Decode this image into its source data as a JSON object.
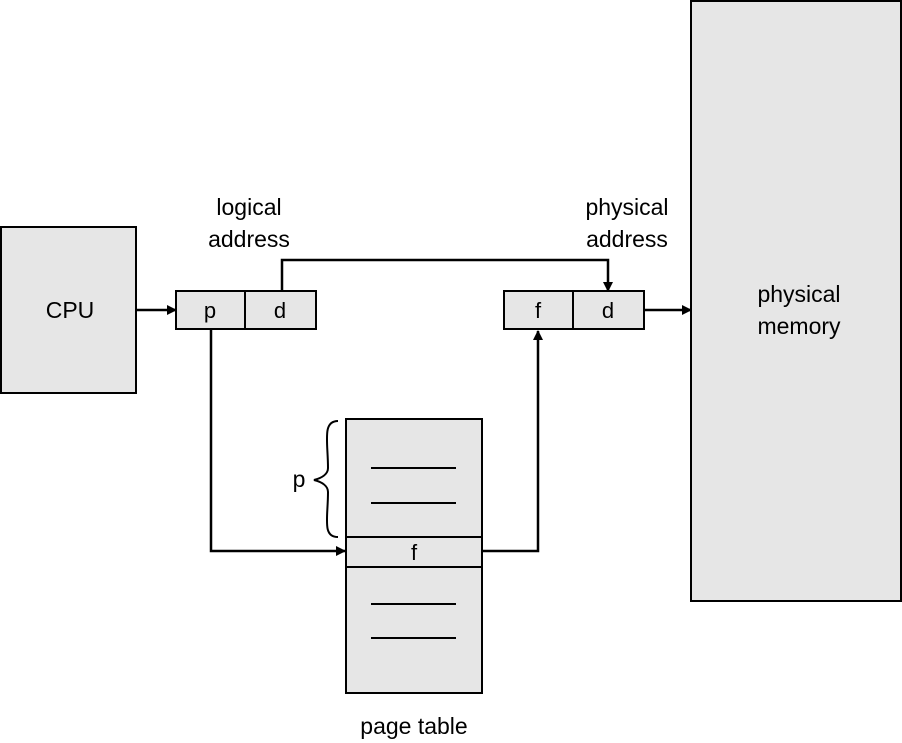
{
  "cpu": {
    "label": "CPU"
  },
  "logical_address": {
    "caption_line1": "logical",
    "caption_line2": "address",
    "field_page": "p",
    "field_offset": "d"
  },
  "physical_address": {
    "caption_line1": "physical",
    "caption_line2": "address",
    "field_frame": "f",
    "field_offset": "d"
  },
  "physical_memory": {
    "label_line1": "physical",
    "label_line2": "memory"
  },
  "page_table": {
    "caption": "page table",
    "index_label": "p",
    "entry_value": "f"
  },
  "colors": {
    "box_fill": "#e6e6e6",
    "stroke": "#000000",
    "background": "#ffffff"
  }
}
